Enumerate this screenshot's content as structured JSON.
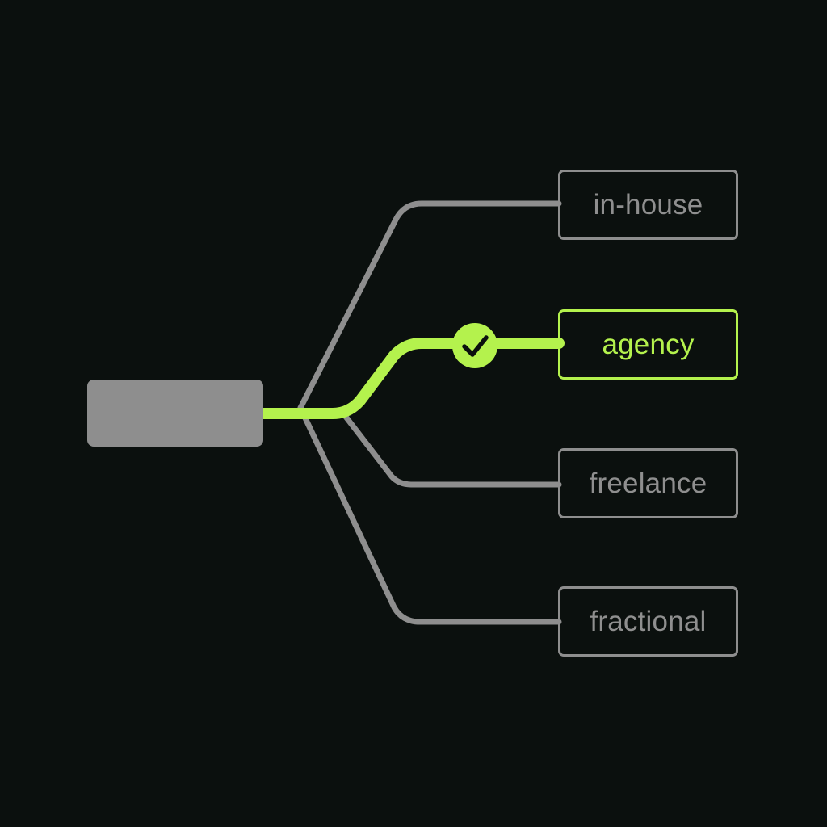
{
  "colors": {
    "background": "#0b100e",
    "inactive": "#8e8e8e",
    "accent": "#b4f24d",
    "check_mark": "#0b100e"
  },
  "options": [
    {
      "label": "in-house",
      "selected": false
    },
    {
      "label": "agency",
      "selected": true,
      "icon": "check-icon"
    },
    {
      "label": "freelance",
      "selected": false
    },
    {
      "label": "fractional",
      "selected": false
    }
  ]
}
